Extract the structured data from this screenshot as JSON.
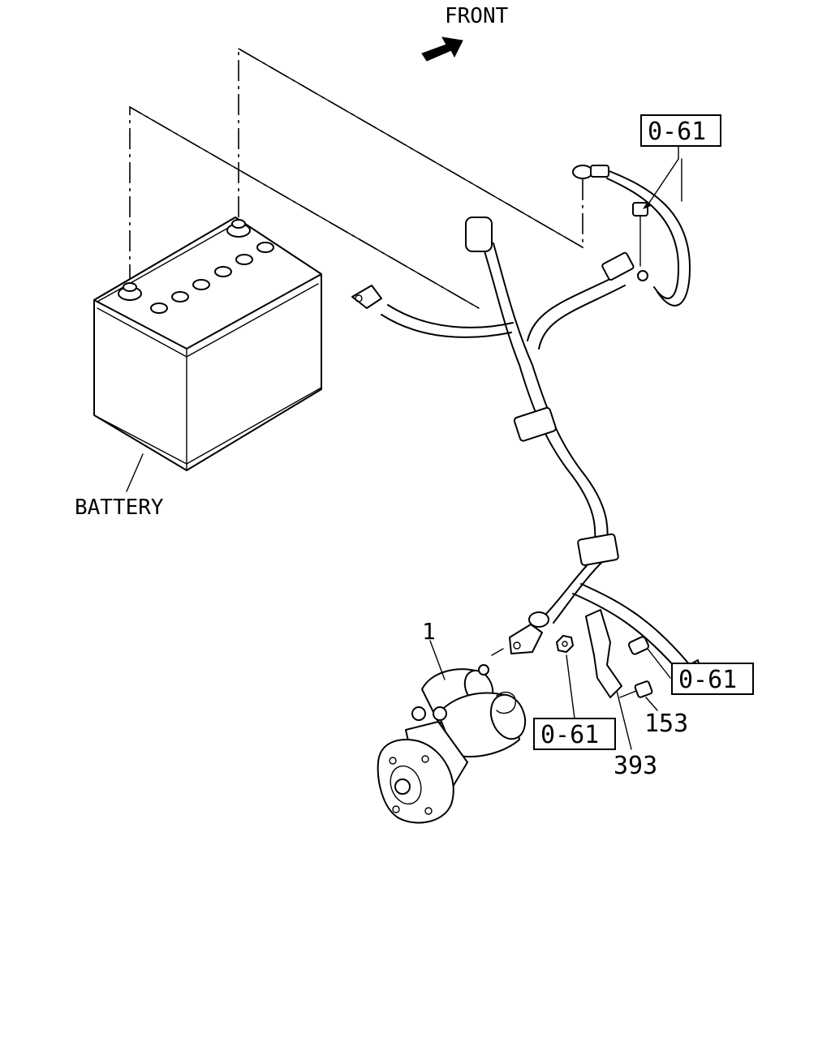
{
  "labels": {
    "front": "FRONT",
    "battery": "BATTERY",
    "part_1": "1",
    "part_153": "153",
    "part_393": "393"
  },
  "references": {
    "ref_top": "0-61",
    "ref_right": "0-61",
    "ref_bottom": "0-61"
  }
}
